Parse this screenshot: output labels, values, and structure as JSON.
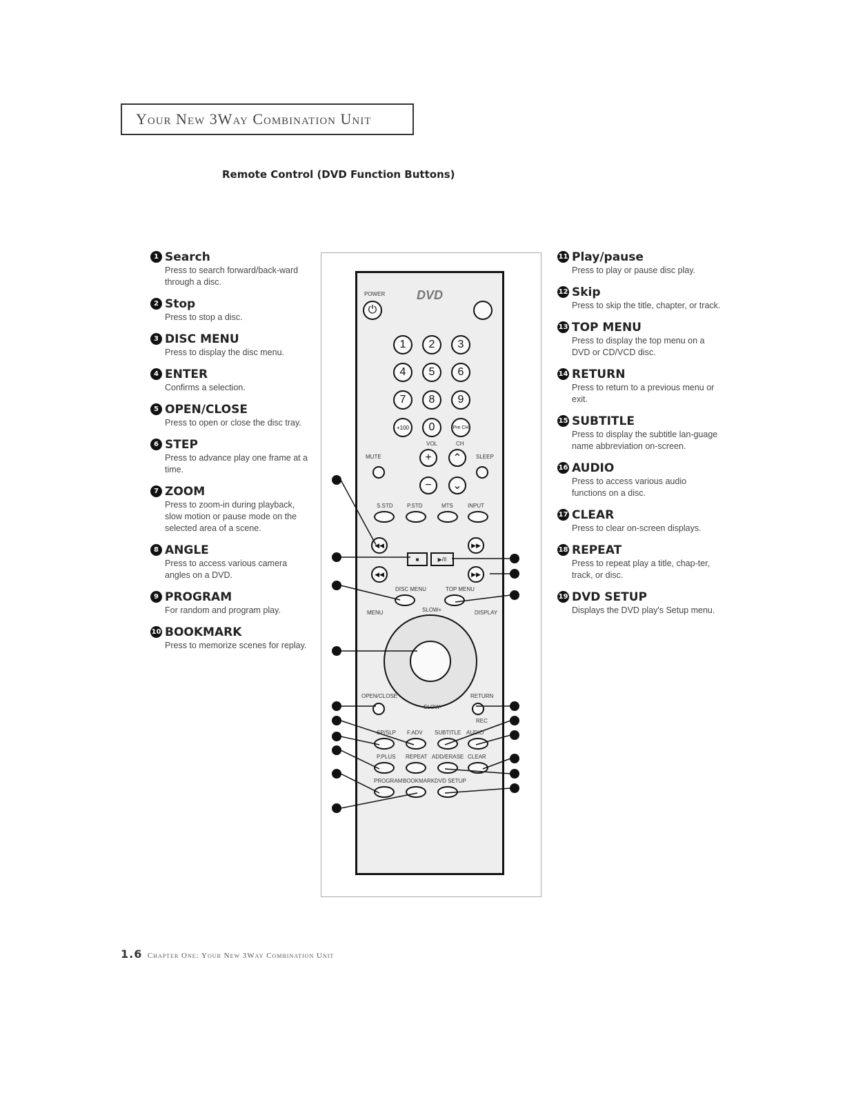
{
  "header": {
    "title": "Your New 3Way Combination Unit"
  },
  "section_title": "Remote Control (DVD Function Buttons)",
  "left_items": [
    {
      "num": "1",
      "name": "Search",
      "desc": "Press to search forward/back-ward through a disc."
    },
    {
      "num": "2",
      "name": "Stop",
      "desc": "Press to stop a disc."
    },
    {
      "num": "3",
      "name": "DISC MENU",
      "desc": "Press to display the disc menu."
    },
    {
      "num": "4",
      "name": "ENTER",
      "desc": "Confirms a selection."
    },
    {
      "num": "5",
      "name": "OPEN/CLOSE",
      "desc": "Press to open or close the disc tray."
    },
    {
      "num": "6",
      "name": "STEP",
      "desc": "Press to advance play one frame at a time."
    },
    {
      "num": "7",
      "name": "ZOOM",
      "desc": "Press to zoom-in during playback, slow motion or pause mode on the selected area of a scene."
    },
    {
      "num": "8",
      "name": "ANGLE",
      "desc": "Press to access various camera angles on a DVD."
    },
    {
      "num": "9",
      "name": "PROGRAM",
      "desc": "For random and program play."
    },
    {
      "num": "10",
      "name": "BOOKMARK",
      "desc": "Press to memorize scenes for replay."
    }
  ],
  "right_items": [
    {
      "num": "11",
      "name": "Play/pause",
      "desc": "Press to play or pause disc play."
    },
    {
      "num": "12",
      "name": "Skip",
      "desc": "Press to skip the title, chapter, or track."
    },
    {
      "num": "13",
      "name": "TOP MENU",
      "desc": "Press to display the top menu on a DVD or CD/VCD disc."
    },
    {
      "num": "14",
      "name": "RETURN",
      "desc": "Press to return to a previous menu or exit."
    },
    {
      "num": "15",
      "name": "SUBTITLE",
      "desc": "Press to display the subtitle lan-guage name abbreviation on-screen."
    },
    {
      "num": "16",
      "name": "AUDIO",
      "desc": "Press to access various audio functions on a disc."
    },
    {
      "num": "17",
      "name": "CLEAR",
      "desc": "Press to clear on-screen displays."
    },
    {
      "num": "18",
      "name": "REPEAT",
      "desc": "Press to repeat play a title, chap-ter, track, or disc."
    },
    {
      "num": "19",
      "name": "DVD SETUP",
      "desc": "Displays the DVD play's Setup menu."
    }
  ],
  "remote": {
    "power": "POWER",
    "logo": "DVD",
    "keys": [
      "1",
      "2",
      "3",
      "4",
      "5",
      "6",
      "7",
      "8",
      "9",
      "+100",
      "0",
      "Pre CH"
    ],
    "vol": "VOL",
    "ch": "CH",
    "mute": "MUTE",
    "sleep": "SLEEP",
    "row_labels": [
      "S.STD",
      "P.STD",
      "MTS",
      "INPUT"
    ],
    "disc_menu": "DISC MENU",
    "top_menu": "TOP MENU",
    "slow_plus": "SLOW+",
    "slow_minus": "SLOW-",
    "menu": "MENU",
    "display": "DISPLAY",
    "open_close": "OPEN/CLOSE",
    "return": "RETURN",
    "rec": "REC",
    "sp_slp": "SP/SLP",
    "f_adv": "F.ADV",
    "subtitle": "SUBTITLE",
    "audio": "AUDIO",
    "p_plus": "P.PLUS",
    "repeat": "REPEAT",
    "add_erase": "ADD/ERASE",
    "clear": "CLEAR",
    "program": "PROGRAM",
    "bookmark": "BOOKMARK",
    "dvd_setup": "DVD SETUP"
  },
  "footer": {
    "page": "1.6",
    "text": "Chapter One: Your New 3Way Combination Unit"
  }
}
